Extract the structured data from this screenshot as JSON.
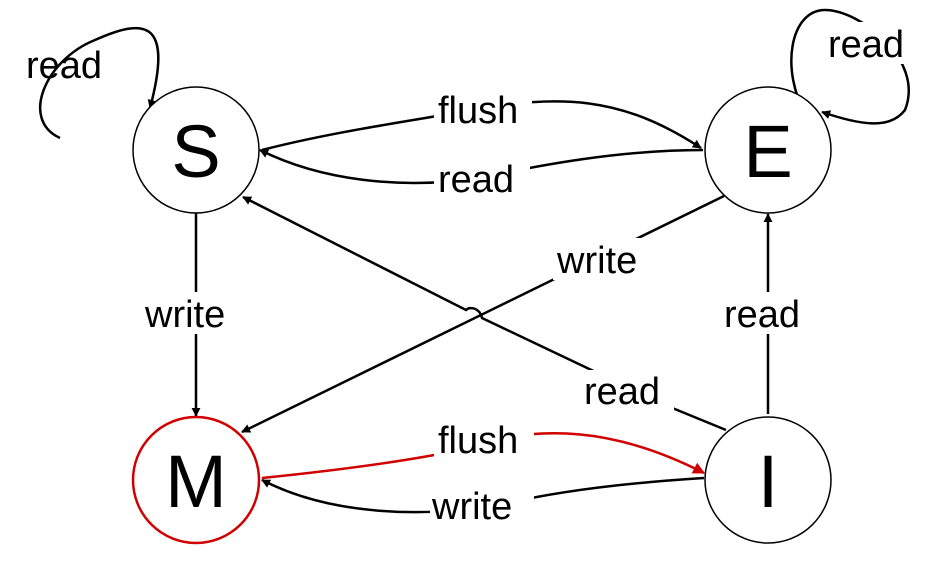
{
  "diagram": {
    "states": {
      "S": {
        "label": "S",
        "outline_color": "#000000"
      },
      "E": {
        "label": "E",
        "outline_color": "#000000"
      },
      "M": {
        "label": "M",
        "outline_color": "#d10000"
      },
      "I": {
        "label": "I",
        "outline_color": "#000000"
      }
    },
    "edges": [
      {
        "id": "s-self",
        "from": "S",
        "to": "S",
        "label": "read",
        "color": "#000000"
      },
      {
        "id": "e-self",
        "from": "E",
        "to": "E",
        "label": "read",
        "color": "#000000"
      },
      {
        "id": "s-to-e",
        "from": "S",
        "to": "E",
        "label": "flush",
        "color": "#000000"
      },
      {
        "id": "e-to-s",
        "from": "E",
        "to": "S",
        "label": "read",
        "color": "#000000"
      },
      {
        "id": "s-to-m",
        "from": "S",
        "to": "M",
        "label": "write",
        "color": "#000000"
      },
      {
        "id": "e-to-m",
        "from": "E",
        "to": "M",
        "label": "write",
        "color": "#000000"
      },
      {
        "id": "i-to-s",
        "from": "I",
        "to": "S",
        "label": "read",
        "color": "#000000"
      },
      {
        "id": "i-to-e",
        "from": "I",
        "to": "E",
        "label": "read",
        "color": "#000000"
      },
      {
        "id": "m-to-i",
        "from": "M",
        "to": "I",
        "label": "flush",
        "color": "#d10000"
      },
      {
        "id": "i-to-m",
        "from": "I",
        "to": "M",
        "label": "write",
        "color": "#000000"
      }
    ]
  }
}
